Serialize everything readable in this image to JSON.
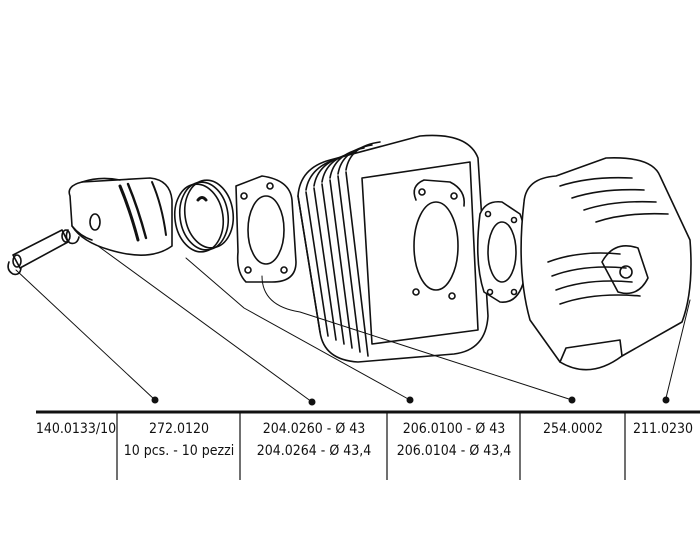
{
  "table": {
    "columns": [
      {
        "lines": [
          "140.0133/10"
        ]
      },
      {
        "lines": [
          "272.0120",
          "10 pcs. - 10 pezzi"
        ]
      },
      {
        "lines": [
          "204.0260 - Ø 43",
          "204.0264 - Ø 43,4"
        ]
      },
      {
        "lines": [
          "206.0100 - Ø 43",
          "206.0104 - Ø 43,4"
        ]
      },
      {
        "lines": [
          "254.0002"
        ]
      },
      {
        "lines": [
          "211.0230"
        ]
      }
    ]
  }
}
